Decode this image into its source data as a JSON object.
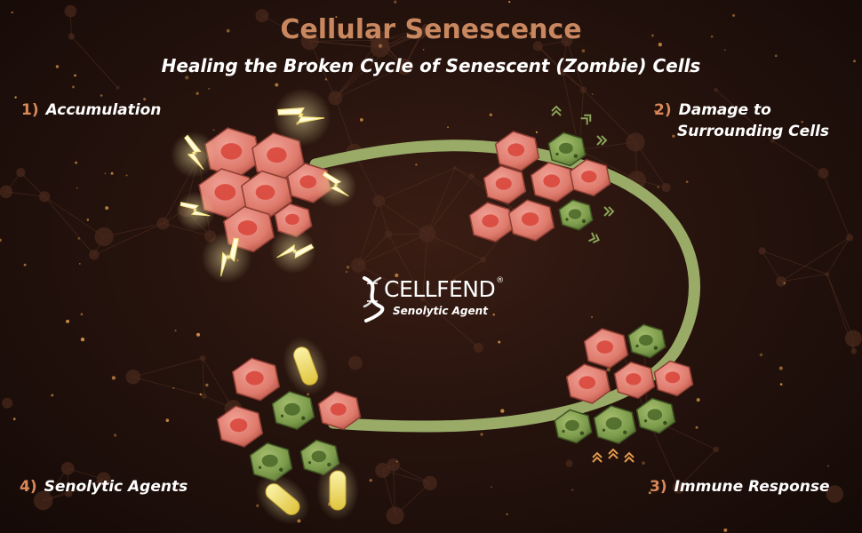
{
  "title": "Cellular Senescence",
  "subtitle": "Healing the Broken Cycle of Senescent (Zombie) Cells",
  "steps": [
    {
      "number": "1)",
      "label": "Accumulation",
      "label2": ""
    },
    {
      "number": "2)",
      "label": "Damage to",
      "label2": "Surrounding Cells"
    },
    {
      "number": "3)",
      "label": "Immune Response",
      "label2": ""
    },
    {
      "number": "4)",
      "label": "Senolytic Agents",
      "label2": ""
    }
  ],
  "logo": {
    "brand": "CELLFEND",
    "mark": "®",
    "tagline": "Senolytic Agent"
  },
  "colors": {
    "title": "#c98760",
    "step_number": "#d9885a",
    "cycle_path": "#9aab68",
    "healthy_cell": "#e07c6f",
    "zombie_cell": "#7c9a4e",
    "capsule": "#f2e27a",
    "lightning": "#fff6c8"
  }
}
